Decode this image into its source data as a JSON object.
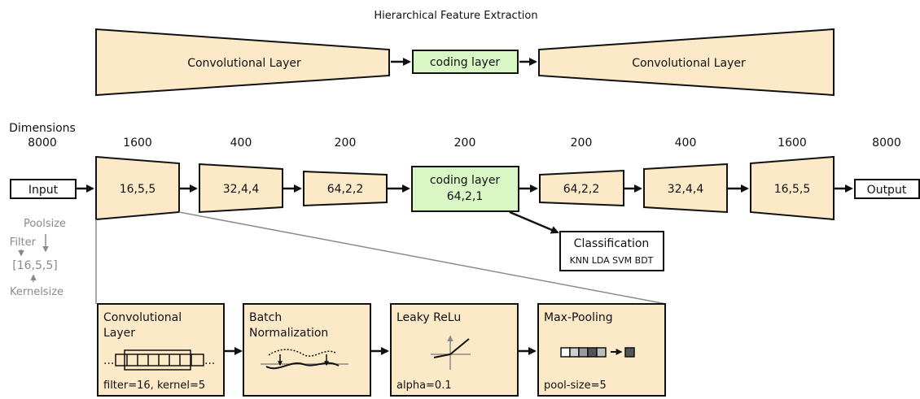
{
  "title": "Hierarchical Feature Extraction",
  "top_row": {
    "encoder_label": "Convolutional Layer",
    "coding_label": "coding layer",
    "decoder_label": "Convolutional Layer"
  },
  "dimensions_label": [
    "Dimensions",
    "8000"
  ],
  "dims": [
    "1600",
    "400",
    "200",
    "200",
    "200",
    "400",
    "1600",
    "8000"
  ],
  "input_label": "Input",
  "output_label": "Output",
  "layers": [
    "16,5,5",
    "32,4,4",
    "64,2,2",
    "coding layer",
    "64,2,1",
    "64,2,2",
    "32,4,4",
    "16,5,5"
  ],
  "classification": {
    "title": "Classification",
    "methods": "KNN LDA SVM BDT"
  },
  "legend": {
    "poolsize": "Poolsize",
    "filter": "Filter",
    "example": "[16,5,5]",
    "kernelsize": "Kernelsize"
  },
  "detail_boxes": [
    {
      "title": [
        "Convolutional",
        "Layer"
      ],
      "footer": "filter=16, kernel=5"
    },
    {
      "title": [
        "Batch",
        "Normalization"
      ],
      "footer": ""
    },
    {
      "title": [
        "Leaky ReLu"
      ],
      "footer": "alpha=0.1"
    },
    {
      "title": [
        "Max-Pooling"
      ],
      "footer": "pool-size=5"
    }
  ],
  "ellipsis": "..."
}
